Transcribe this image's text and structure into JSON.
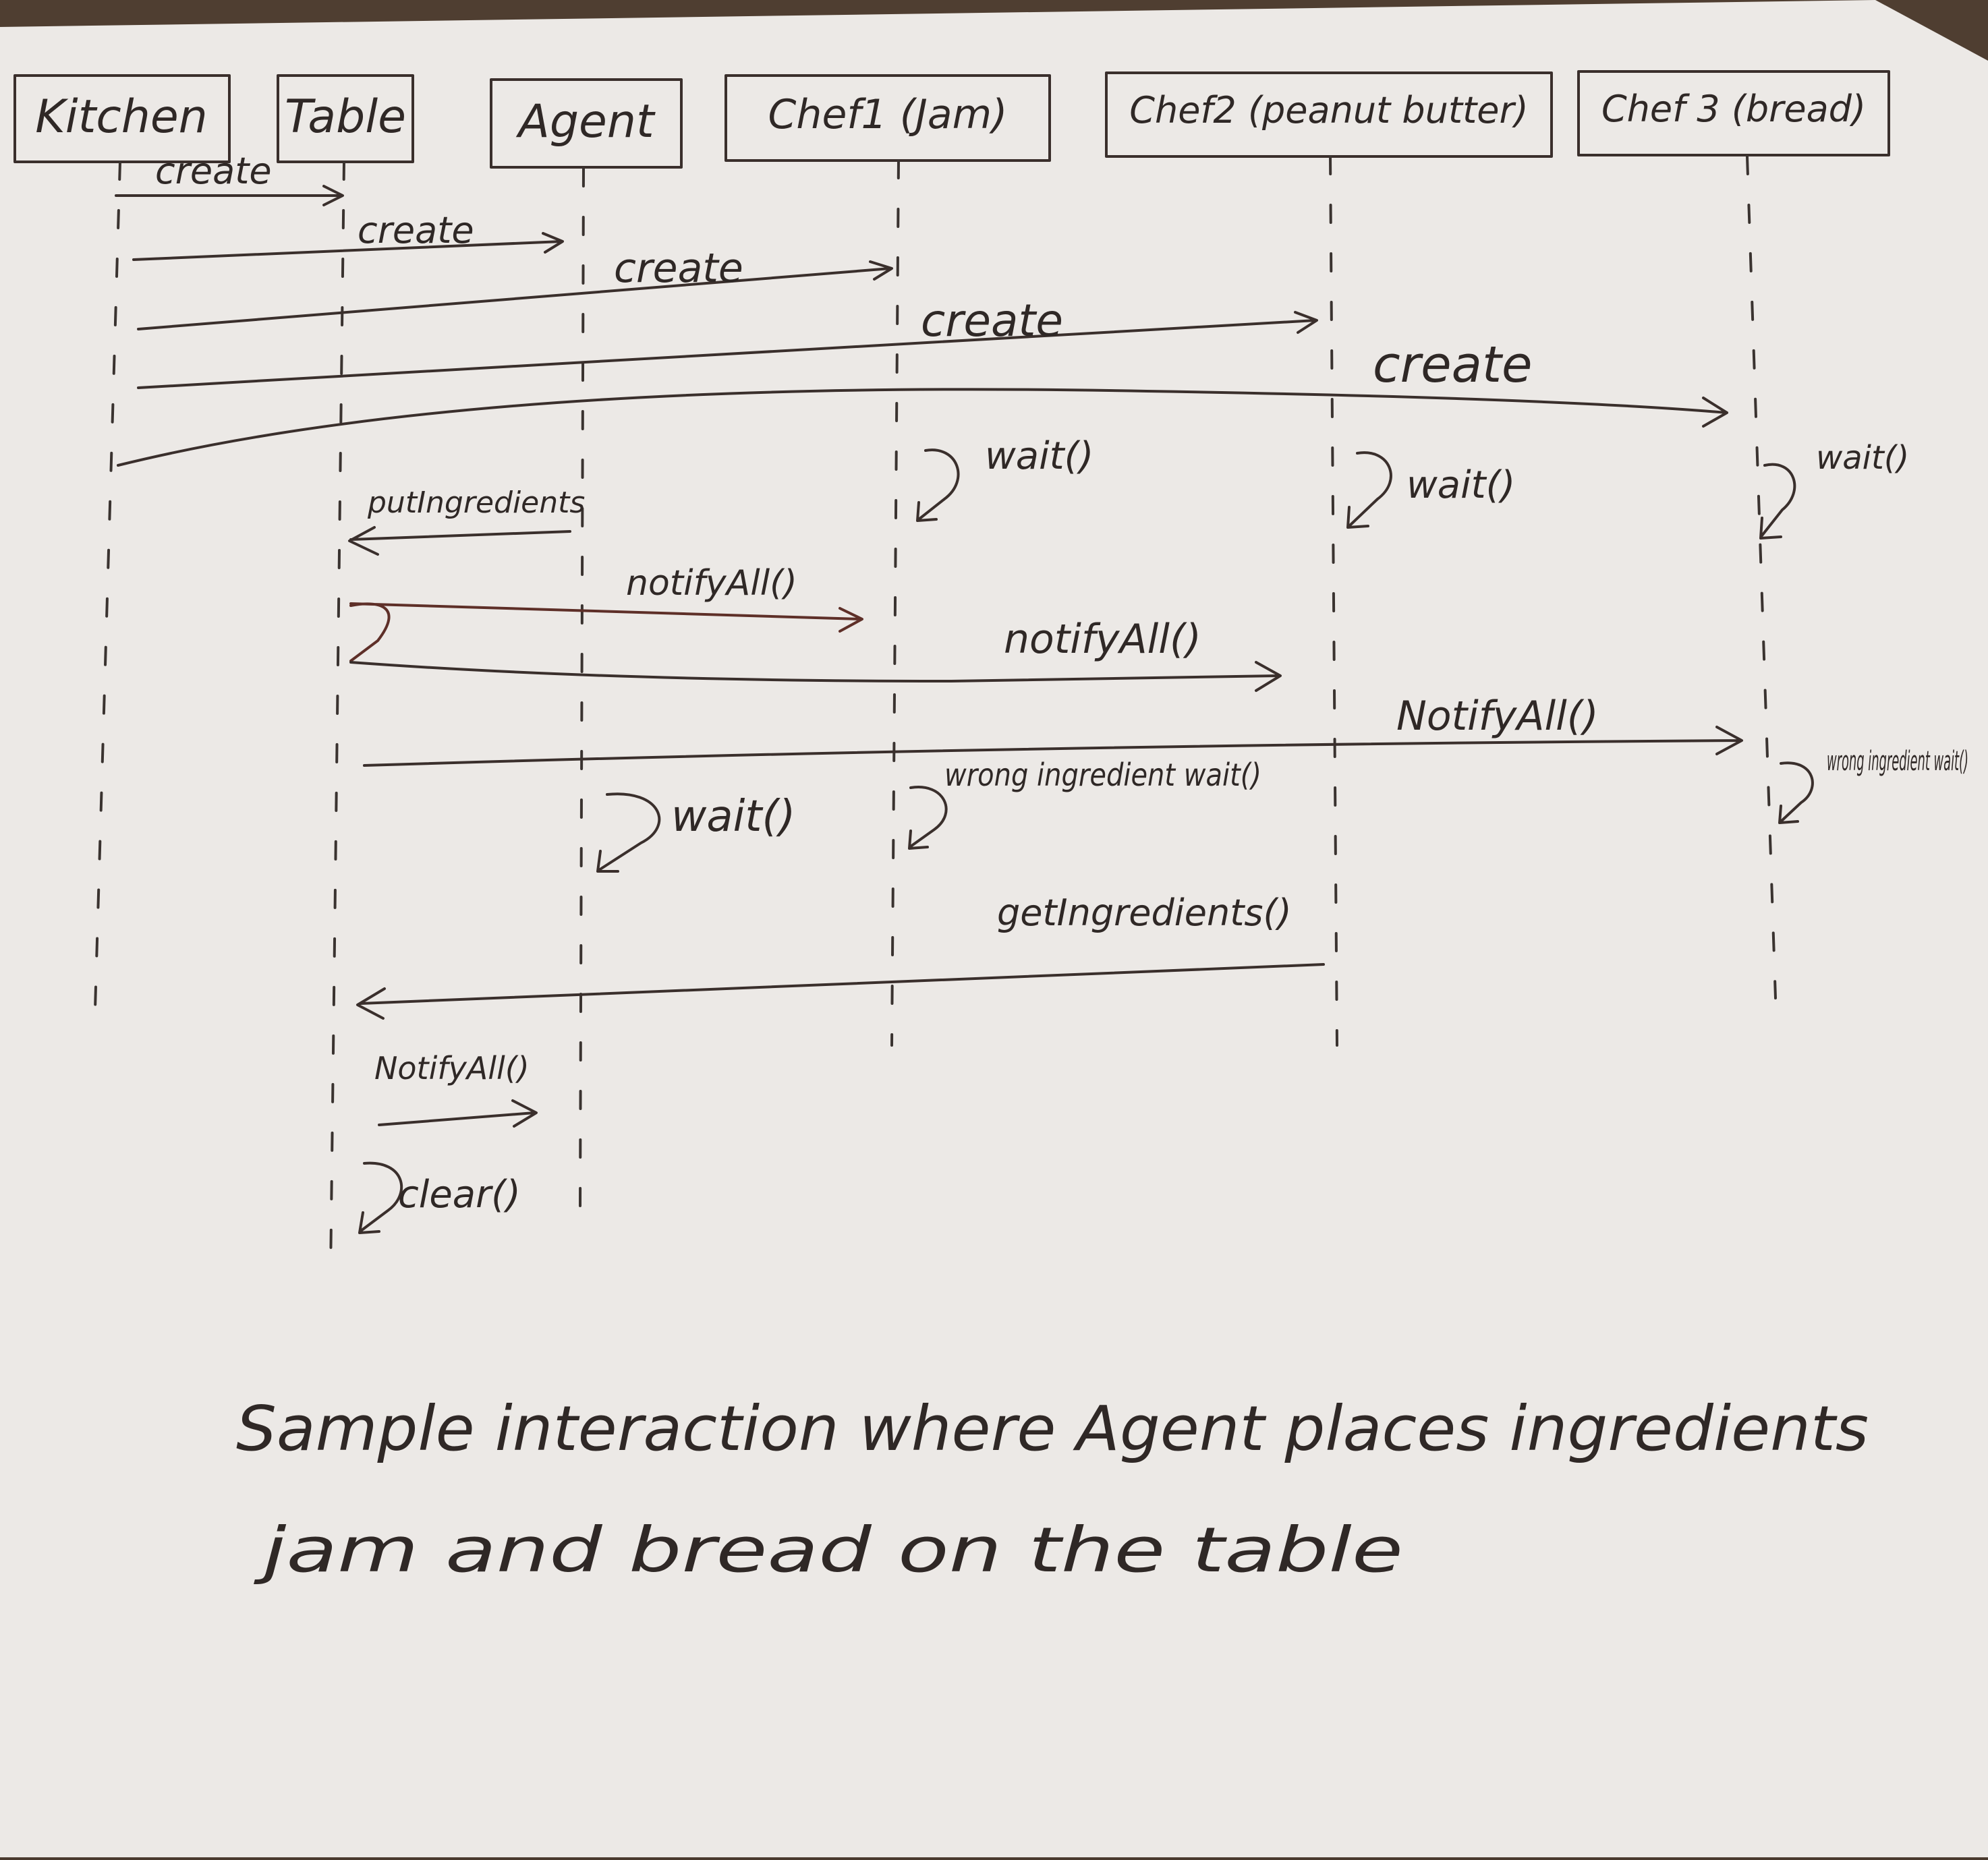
{
  "diagram": {
    "participants": [
      {
        "id": "kitchen",
        "label": "Kitchen"
      },
      {
        "id": "table",
        "label": "Table"
      },
      {
        "id": "agent",
        "label": "Agent"
      },
      {
        "id": "chef1",
        "label": "Chef1 (Jam)"
      },
      {
        "id": "chef2",
        "label": "Chef2 (peanut butter)"
      },
      {
        "id": "chef3",
        "label": "Chef 3 (bread)"
      }
    ],
    "messages": [
      {
        "from": "kitchen",
        "to": "table",
        "label": "create"
      },
      {
        "from": "kitchen",
        "to": "agent",
        "label": "create"
      },
      {
        "from": "kitchen",
        "to": "chef1",
        "label": "create"
      },
      {
        "from": "kitchen",
        "to": "chef2",
        "label": "create"
      },
      {
        "from": "kitchen",
        "to": "chef3",
        "label": "create"
      },
      {
        "from": "chef1",
        "to": "chef1",
        "label": "wait()"
      },
      {
        "from": "chef2",
        "to": "chef2",
        "label": "wait()"
      },
      {
        "from": "chef3",
        "to": "chef3",
        "label": "wait()"
      },
      {
        "from": "agent",
        "to": "table",
        "label": "putIngredients"
      },
      {
        "from": "table",
        "to": "chef1",
        "label": "notifyAll()"
      },
      {
        "from": "table",
        "to": "chef2",
        "label": "notifyAll()"
      },
      {
        "from": "table",
        "to": "chef3",
        "label": "NotifyAll()"
      },
      {
        "from": "agent",
        "to": "agent",
        "label": "wait()"
      },
      {
        "from": "chef1",
        "to": "chef1",
        "label": "wrong ingredient wait()"
      },
      {
        "from": "chef3",
        "to": "chef3",
        "label": "wrong ingredient wait()"
      },
      {
        "from": "chef2",
        "to": "table",
        "label": "getIngredients()"
      },
      {
        "from": "table",
        "to": "agent",
        "label": "NotifyAll()"
      },
      {
        "from": "table",
        "to": "table",
        "label": "clear()"
      }
    ],
    "caption": "Sample interaction where Agent places ingredients jam and bread on the table"
  }
}
